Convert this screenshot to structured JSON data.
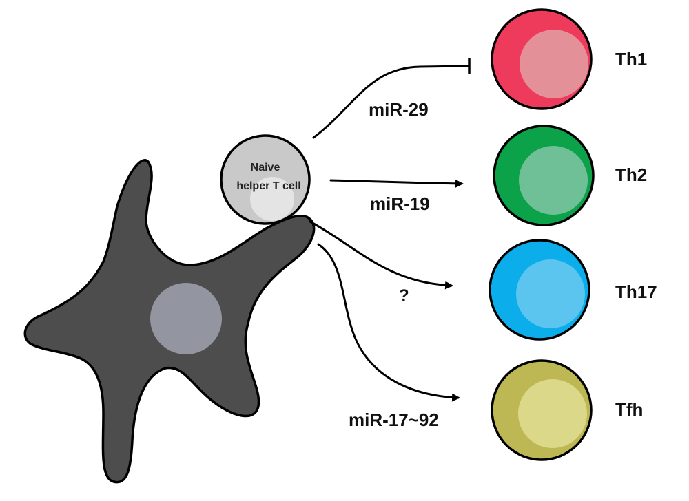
{
  "naive_cell": {
    "line1": "Naive",
    "line2": "helper T cell"
  },
  "targets": [
    {
      "name": "Th1",
      "pathway_label": "miR-29",
      "effect": "inhibit",
      "color": "#EE3A5B",
      "nucleus_color": "#E39098"
    },
    {
      "name": "Th2",
      "pathway_label": "miR-19",
      "effect": "promote",
      "color": "#0BA24A",
      "nucleus_color": "#6FC097"
    },
    {
      "name": "Th17",
      "pathway_label": "?",
      "effect": "promote",
      "color": "#0BAEEA",
      "nucleus_color": "#5BC4EF"
    },
    {
      "name": "Tfh",
      "pathway_label": "miR-17~92",
      "effect": "promote",
      "color": "#BDB853",
      "nucleus_color": "#DCD889"
    }
  ],
  "colors": {
    "dendritic_cell": "#4D4D4D",
    "dendritic_nucleus": "#9396A0",
    "naive_cell": "#C9C9C9",
    "naive_nucleus": "#E4E4E4",
    "outline": "#000000"
  }
}
